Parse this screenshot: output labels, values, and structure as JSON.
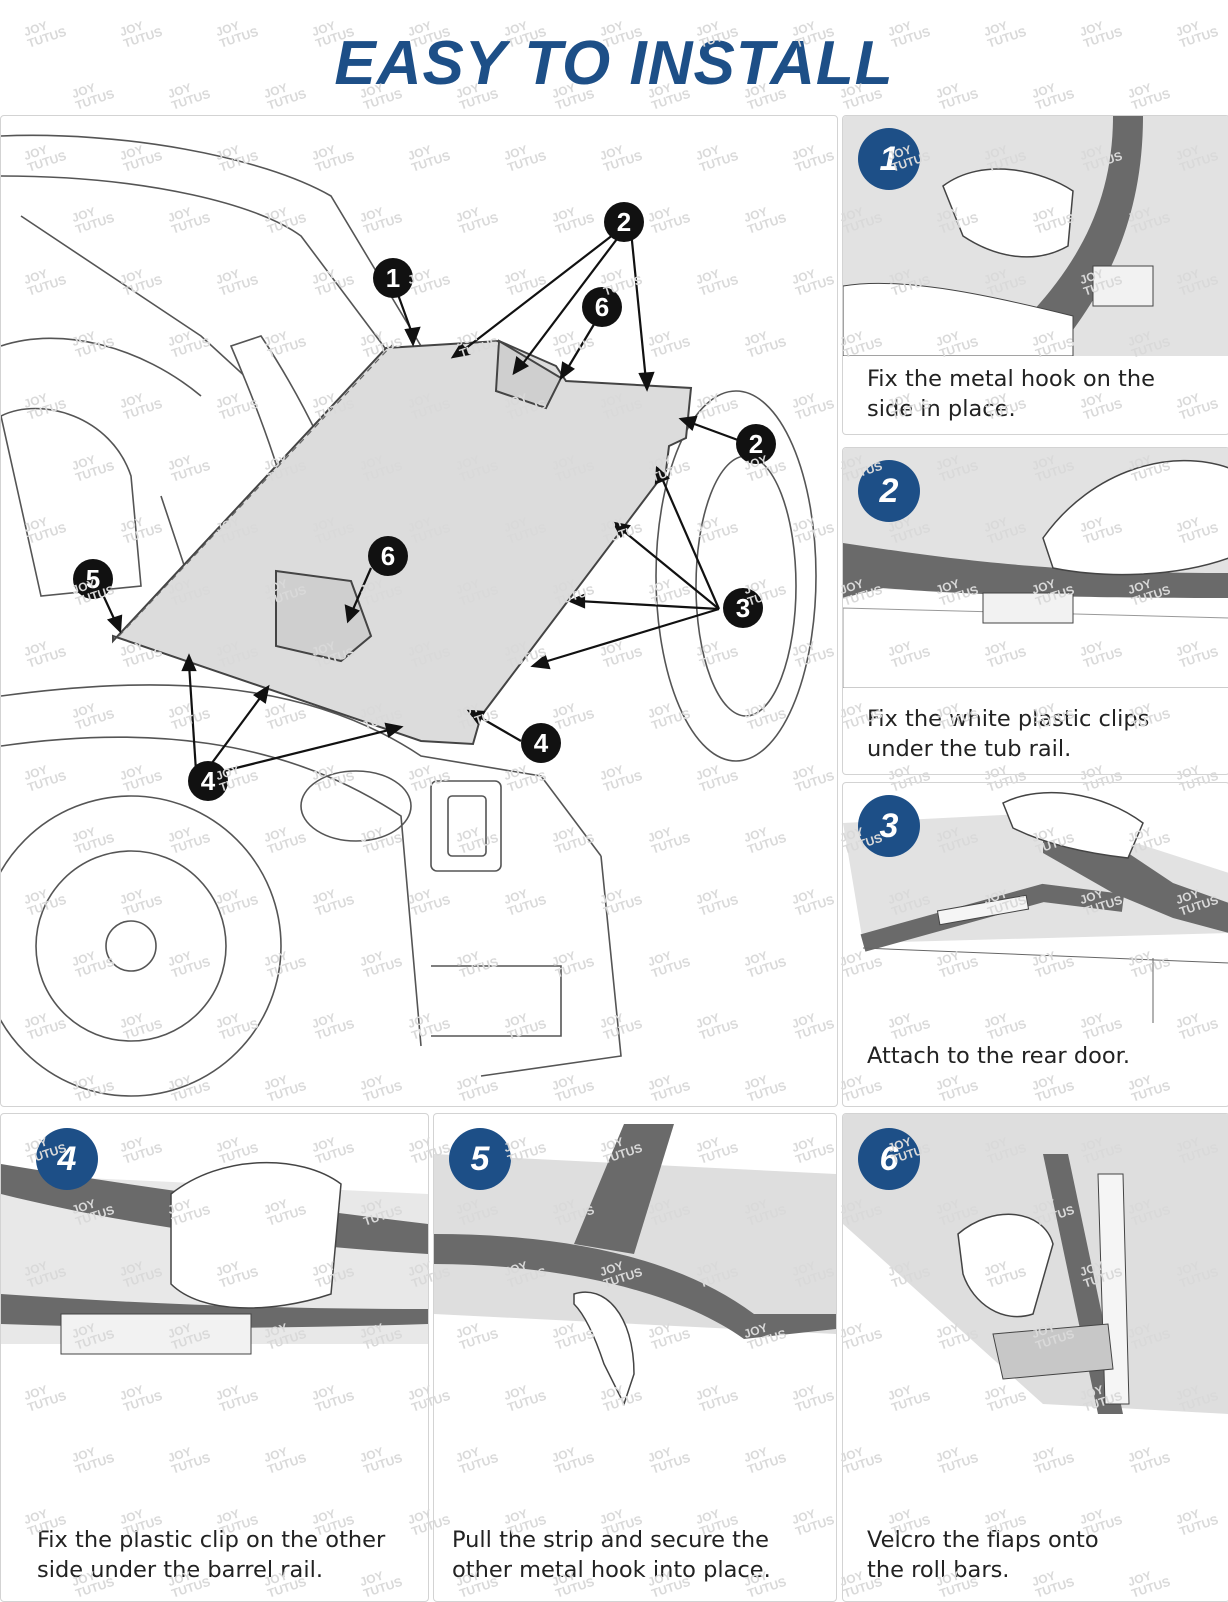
{
  "title": "EASY TO INSTALL",
  "watermark": "JOY TUTUS",
  "main_diagram": {
    "callouts": [
      "1",
      "2",
      "2",
      "6",
      "6",
      "5",
      "3",
      "4",
      "4"
    ]
  },
  "steps": [
    {
      "number": "1",
      "caption_line1": "Fix the metal hook on the",
      "caption_line2": "side in place."
    },
    {
      "number": "2",
      "caption_line1": "Fix the white plastic clips",
      "caption_line2": "under the tub rail."
    },
    {
      "number": "3",
      "caption_line1": "Attach to the rear door.",
      "caption_line2": ""
    },
    {
      "number": "4",
      "caption_line1": "Fix the plastic clip on the other",
      "caption_line2": "side under the barrel rail."
    },
    {
      "number": "5",
      "caption_line1": "Pull the strip and secure the",
      "caption_line2": "other metal hook into place."
    },
    {
      "number": "6",
      "caption_line1": "Velcro the flaps onto",
      "caption_line2": "the roll bars."
    }
  ],
  "colors": {
    "brand_blue": "#1d4f87",
    "callout_black": "#111111",
    "cover_gray": "#dcdcdc",
    "strap_gray": "#6a6a6a"
  }
}
